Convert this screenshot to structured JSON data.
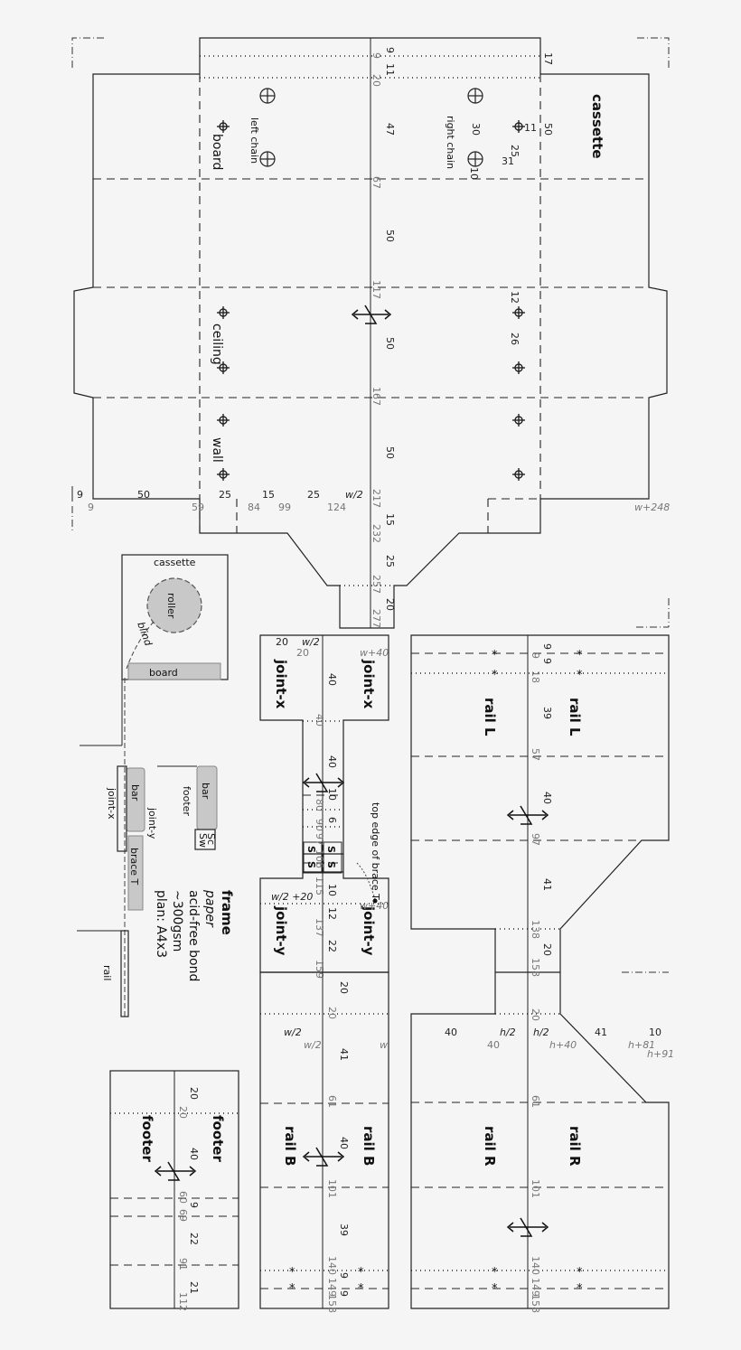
{
  "labels": {
    "cassette": "cassette",
    "left_chain": "left chain",
    "right_chain": "right chain",
    "board": "board",
    "ceiling": "ceiling",
    "wall": "wall",
    "roller": "roller",
    "blind": "blind",
    "joint_x": "joint-x",
    "joint_y": "joint-y",
    "rail_L": "rail L",
    "rail_R": "rail R",
    "rail_B": "rail B",
    "footer": "footer",
    "bar": "bar",
    "brace_T": "brace T",
    "rail": "rail",
    "sw": "Sw",
    "sc": "Sc",
    "s": "S",
    "top_edge_of_brace": "top edge of brace T"
  },
  "info": {
    "title": "frame",
    "line1": "paper",
    "line2": "acid-free bond",
    "line3": "~300gsm",
    "line4": "plan: A4x3"
  },
  "cassette_marks": {
    "top_black": [
      "9",
      "11",
      "47",
      "50",
      "50",
      "50",
      "15",
      "25",
      "20"
    ],
    "top_gray": [
      "9",
      "20",
      "67",
      "117",
      "167",
      "217",
      "232",
      "257",
      "277"
    ],
    "bottom_black": [
      "9",
      "50",
      "25",
      "15",
      "25",
      "w/2"
    ],
    "bottom_gray": [
      "9",
      "59",
      "84",
      "99",
      "124",
      "w+248"
    ],
    "right_side": [
      "17",
      "11",
      "50",
      "25",
      "31",
      "30",
      "10",
      "12",
      "26"
    ]
  },
  "joint_marks": {
    "black": [
      "20",
      "w/2",
      "40",
      "40",
      "10",
      "6",
      "10",
      "12",
      "22"
    ],
    "gray": [
      "20",
      "w+40",
      "40",
      "80",
      "90",
      "97",
      "106",
      "115",
      "137",
      "159"
    ],
    "jy": [
      "w/2 +20",
      "w+40"
    ]
  },
  "rail_lr_marks": {
    "black": [
      "9",
      "9",
      "39",
      "40",
      "41",
      "20",
      "40",
      "h/2",
      "h/2",
      "41",
      "10"
    ],
    "gray": [
      "9",
      "18",
      "57",
      "97",
      "138",
      "158",
      "20",
      "40",
      "h+40",
      "h+81",
      "h+91",
      "61",
      "101",
      "140",
      "149",
      "158"
    ]
  },
  "rail_b_marks": {
    "black": [
      "20",
      "w/2",
      "41",
      "40",
      "39",
      "9",
      "9"
    ],
    "gray": [
      "20",
      "w/2",
      "w",
      "61",
      "101",
      "140",
      "149",
      "158"
    ]
  },
  "footer_marks": {
    "black": [
      "20",
      "40",
      "9",
      "22",
      "21"
    ],
    "gray": [
      "20",
      "60",
      "69",
      "91",
      "112"
    ]
  }
}
